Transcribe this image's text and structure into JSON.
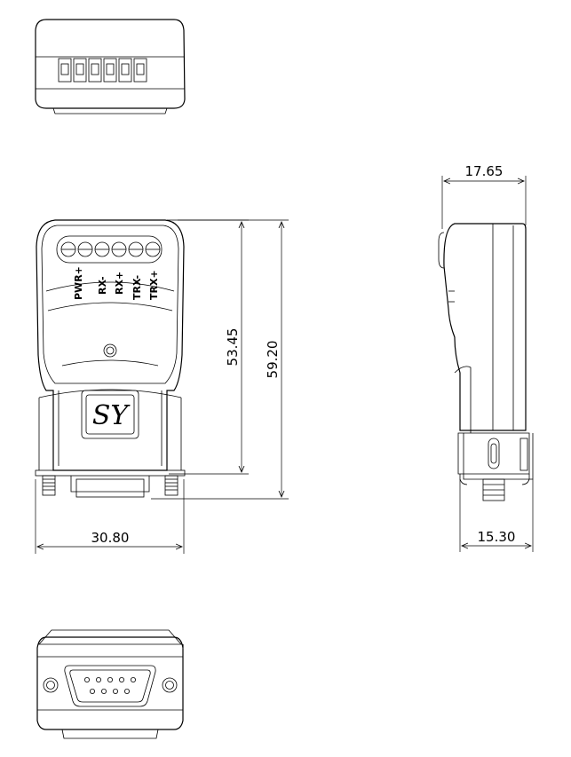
{
  "dimensions": {
    "front_width": "30.80",
    "front_height_body": "53.45",
    "front_height_total": "59.20",
    "side_depth": "17.65",
    "side_base_depth": "15.30"
  },
  "terminal_labels": [
    "PWR+",
    "RX-",
    "RX+",
    "TRX-",
    "TRX+"
  ],
  "logo_text": "SY"
}
